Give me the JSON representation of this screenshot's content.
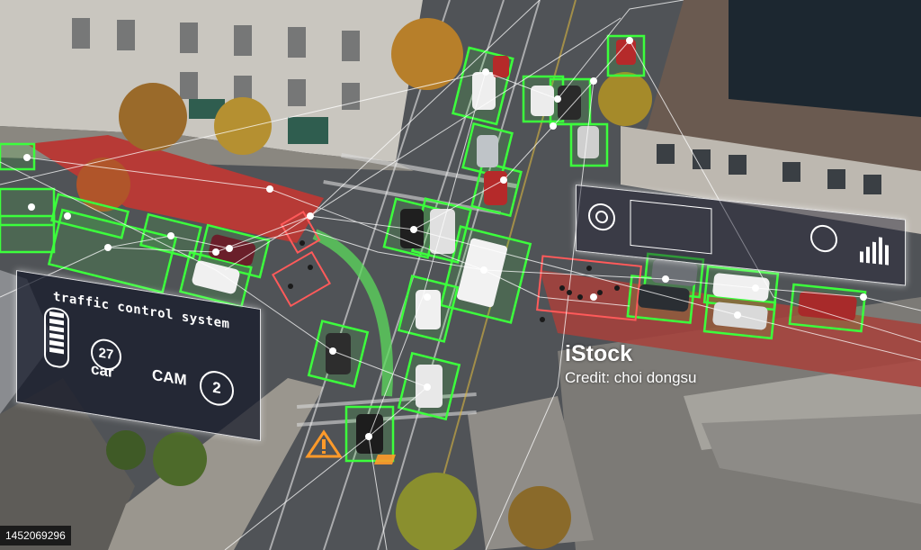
{
  "hud": {
    "title": "traffic control system",
    "car_count": "27",
    "car_unit": "car",
    "cam_label": "CAM",
    "cam_number": "2"
  },
  "watermark": {
    "brand": "iStock",
    "credit": "Credit: choi dongsu"
  },
  "image_id": "1452069296",
  "colors": {
    "detection_box": "#3cff3c",
    "hud_line": "#ffffff",
    "warning": "#ff9a2a",
    "bike_lane": "#c9302c"
  },
  "icons": [
    "warning-triangle-icon",
    "gauge-icon",
    "car-icon",
    "bar-chart-icon"
  ]
}
